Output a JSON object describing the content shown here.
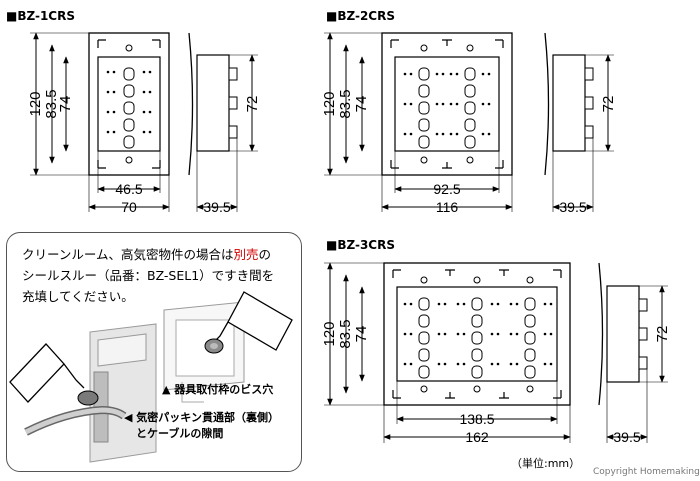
{
  "models": {
    "m1": {
      "title": "■BZ-1CRS",
      "width": "70",
      "inner_width": "46.5",
      "height": "120",
      "height2": "83.5",
      "height3": "74",
      "side_height": "72",
      "depth": "39.5"
    },
    "m2": {
      "title": "■BZ-2CRS",
      "width": "116",
      "inner_width": "92.5",
      "height": "120",
      "height2": "83.5",
      "height3": "74",
      "side_height": "72",
      "depth": "39.5"
    },
    "m3": {
      "title": "■BZ-3CRS",
      "width": "162",
      "inner_width": "138.5",
      "height": "120",
      "height2": "83.5",
      "height3": "74",
      "side_height": "72",
      "depth": "39.5"
    }
  },
  "note": {
    "line1_a": "クリーンルーム、高気密物件の場合は",
    "line1_red": "別売",
    "line1_b": "の",
    "line2": "シールスルー（品番：BZ-SEL1）ですき間を",
    "line3": "充填してください。",
    "caption1": "▲ 器具取付枠のビス穴",
    "caption2a": "◀ 気密パッキン貫通部（裏側）",
    "caption2b": "とケーブルの隙間"
  },
  "unit": "（単位:mm）",
  "copyright": "Copyright Homemaking"
}
